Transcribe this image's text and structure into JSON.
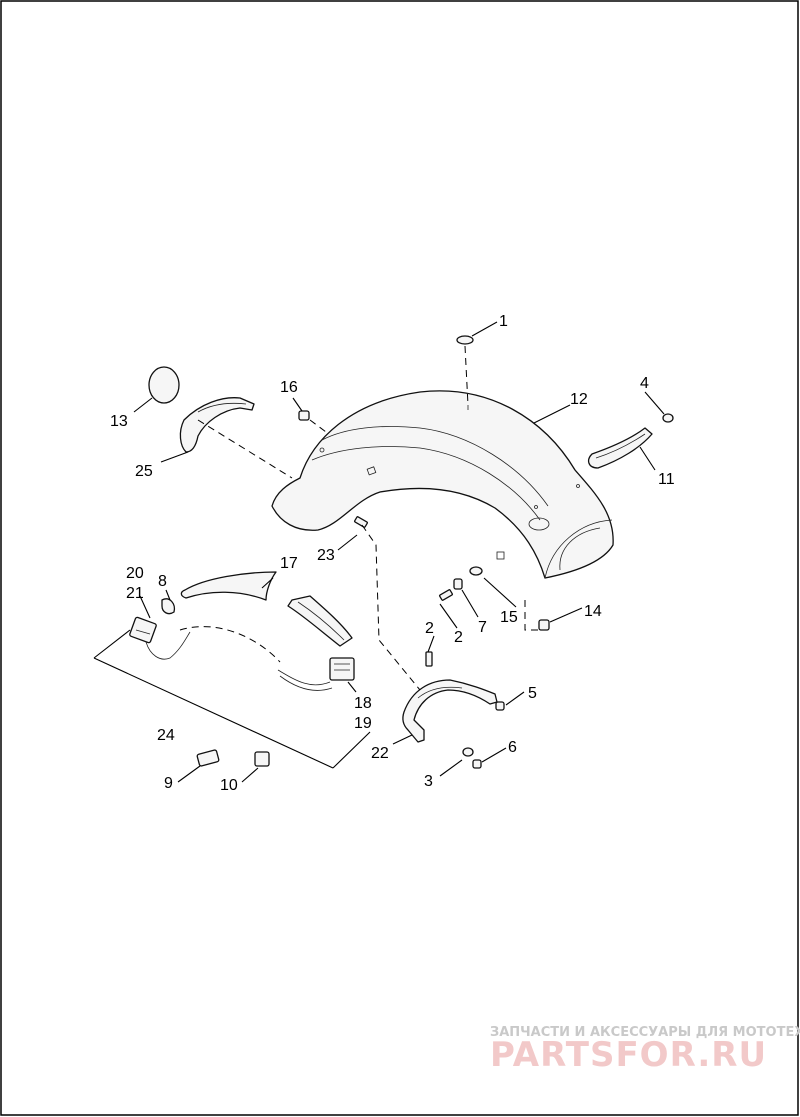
{
  "diagram": {
    "callouts": [
      {
        "id": "c1",
        "label": "1"
      },
      {
        "id": "c2a",
        "label": "2"
      },
      {
        "id": "c2b",
        "label": "2"
      },
      {
        "id": "c3",
        "label": "3"
      },
      {
        "id": "c4",
        "label": "4"
      },
      {
        "id": "c5",
        "label": "5"
      },
      {
        "id": "c6",
        "label": "6"
      },
      {
        "id": "c7",
        "label": "7"
      },
      {
        "id": "c8",
        "label": "8"
      },
      {
        "id": "c9",
        "label": "9"
      },
      {
        "id": "c10",
        "label": "10"
      },
      {
        "id": "c11",
        "label": "11"
      },
      {
        "id": "c12",
        "label": "12"
      },
      {
        "id": "c13",
        "label": "13"
      },
      {
        "id": "c14",
        "label": "14"
      },
      {
        "id": "c15",
        "label": "15"
      },
      {
        "id": "c16",
        "label": "16"
      },
      {
        "id": "c17",
        "label": "17"
      },
      {
        "id": "c18",
        "label": "18"
      },
      {
        "id": "c19",
        "label": "19"
      },
      {
        "id": "c20",
        "label": "20"
      },
      {
        "id": "c21",
        "label": "21"
      },
      {
        "id": "c22",
        "label": "22"
      },
      {
        "id": "c23",
        "label": "23"
      },
      {
        "id": "c24",
        "label": "24"
      },
      {
        "id": "c25",
        "label": "25"
      }
    ]
  },
  "watermark": {
    "tagline": "ЗАПЧАСТИ И АКСЕССУАРЫ ДЛЯ МОТОТЕХНИКИ",
    "brand": "PARTSFOR.RU"
  }
}
